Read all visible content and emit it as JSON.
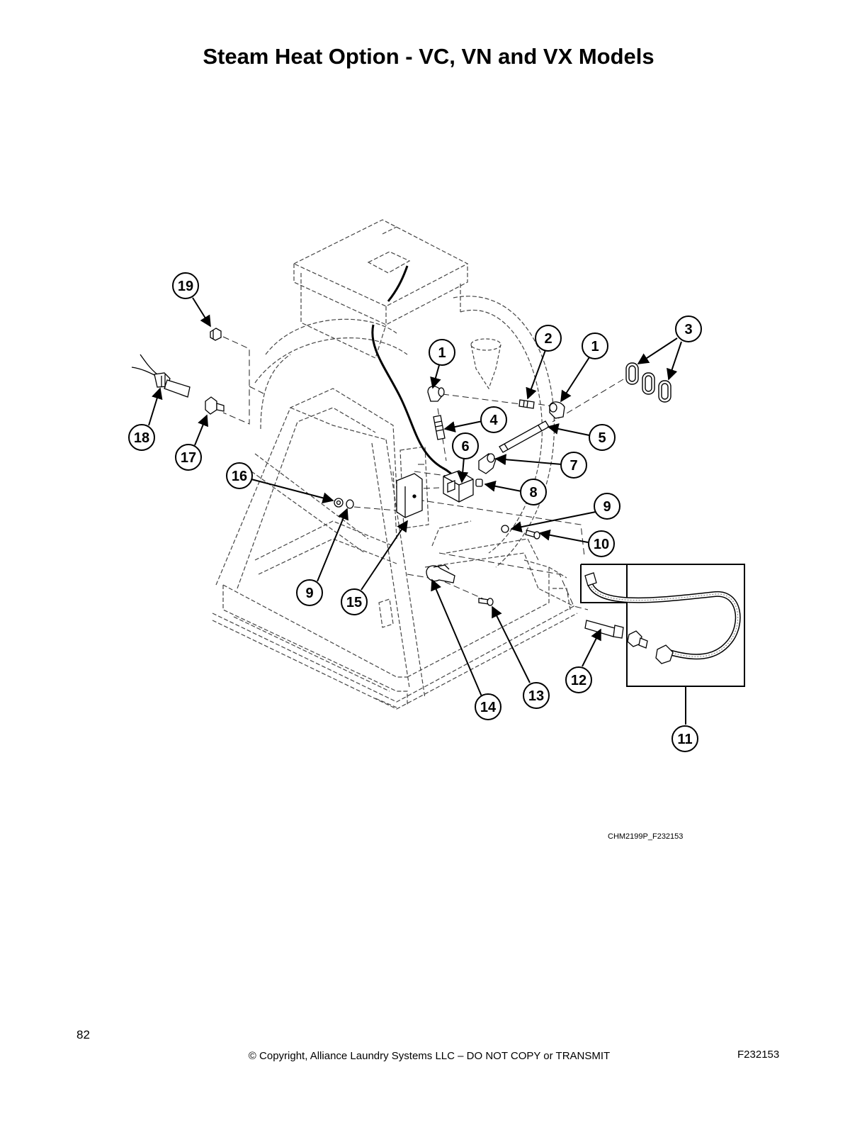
{
  "title": "Steam Heat Option - VC, VN and VX Models",
  "callouts": [
    "1",
    "2",
    "3",
    "4",
    "5",
    "6",
    "7",
    "8",
    "9",
    "10",
    "11",
    "12",
    "13",
    "14",
    "15",
    "16",
    "17",
    "18",
    "19"
  ],
  "drawing_id": "CHM2199P_F232153",
  "footer": {
    "page_number": "82",
    "copyright": "© Copyright, Alliance Laundry Systems LLC – DO NOT COPY or TRANSMIT",
    "doc_id": "F232153"
  }
}
